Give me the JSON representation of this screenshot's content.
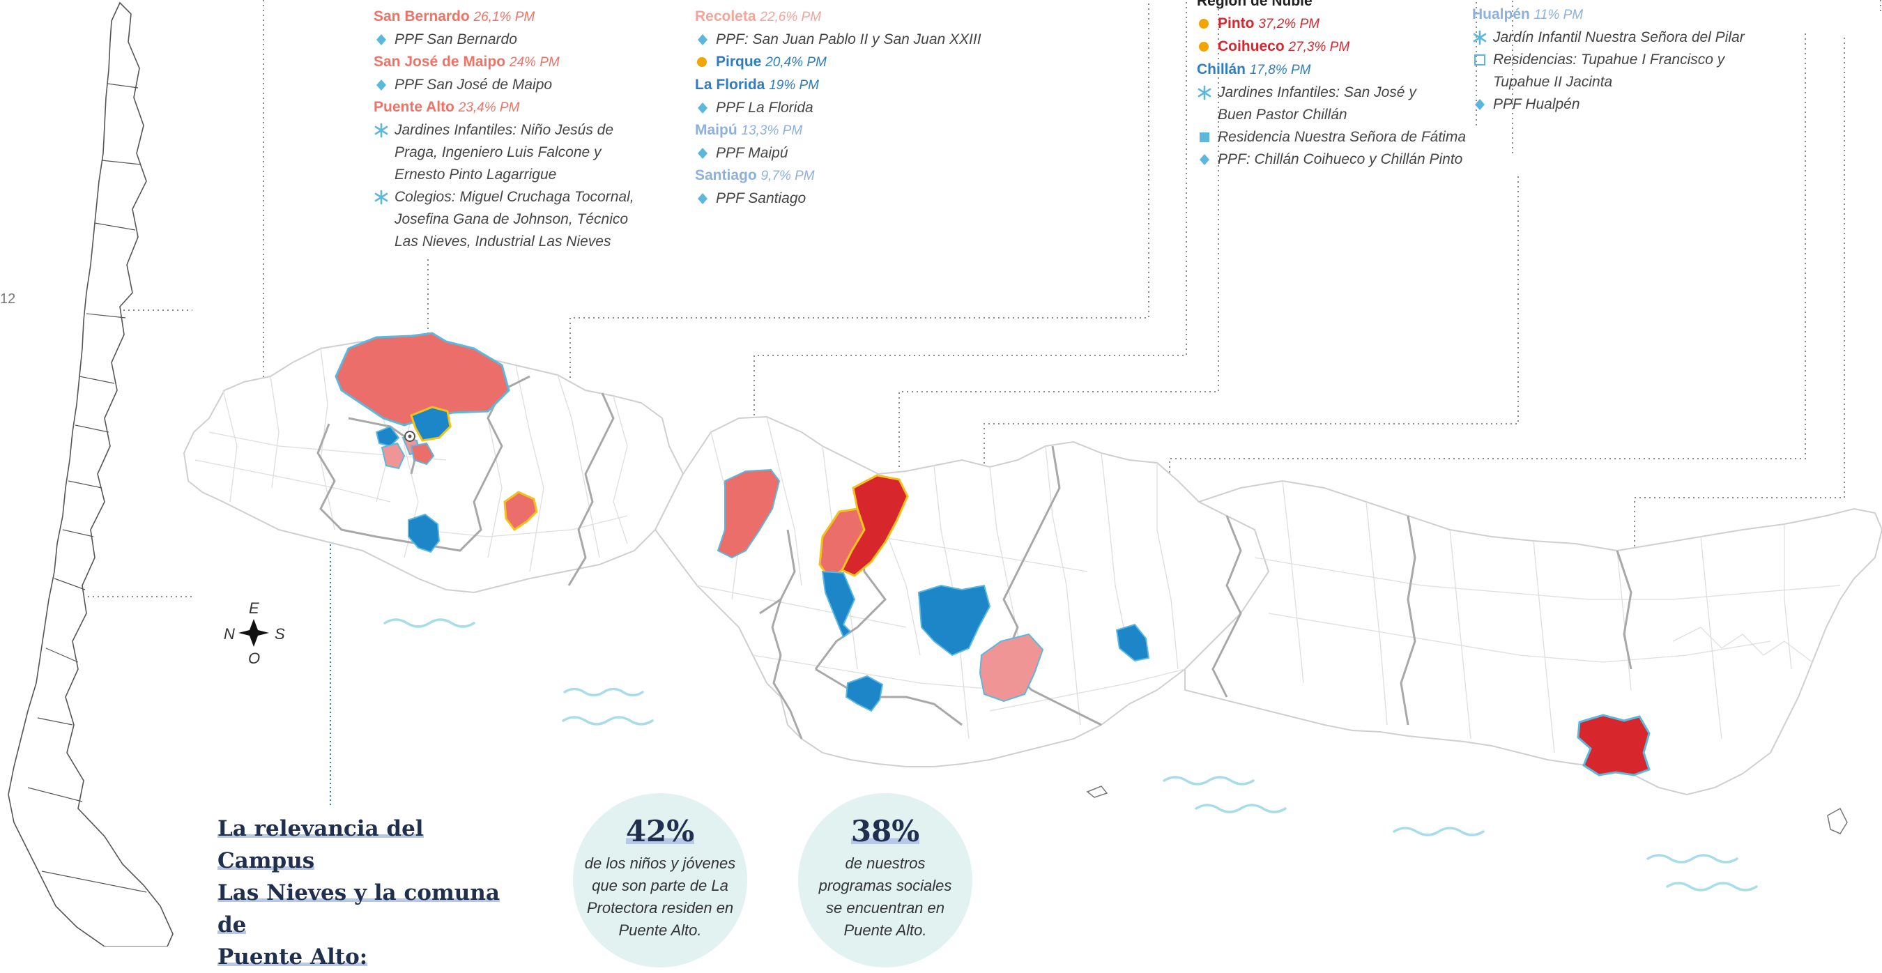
{
  "page_number": "12",
  "colors": {
    "salmon": "#ec6e6b",
    "red": "#d8262d",
    "pink_light": "#f09596",
    "blue": "#1c86c8",
    "light_blue": "#5bb8dc",
    "yellow": "#f2c21b",
    "orange_dot": "#f0a500",
    "blue_text": "#2f7dc0",
    "pale_blue_text": "#8eb0dc",
    "salmon_text": "#ee7366",
    "pale_salmon_text": "#f3a59b",
    "red_text": "#d8262d",
    "water": "#a9dce9",
    "border": "#cfcfcf",
    "region_border": "#a8a8a8"
  },
  "compass": {
    "north": "N",
    "south": "S",
    "east": "E",
    "west": "O"
  },
  "legend_col1": [
    {
      "type": "commune",
      "name": "San Bernardo",
      "pct": "26,1% PM",
      "color": "#ee7366"
    },
    {
      "type": "item",
      "icon": "diamond-icon",
      "text": "PPF San Bernardo"
    },
    {
      "type": "commune",
      "name": "San José de Maipo",
      "pct": "24% PM",
      "color": "#ee7366"
    },
    {
      "type": "item",
      "icon": "diamond-icon",
      "text": "PPF San José de Maipo"
    },
    {
      "type": "commune",
      "name": "Puente Alto",
      "pct": "23,4% PM",
      "color": "#ee7366"
    },
    {
      "type": "item",
      "icon": "asterisk-icon",
      "lines": [
        "Jardines Infantiles: Niño Jesús de",
        "Praga, Ingeniero Luis Falcone y",
        "Ernesto Pinto Lagarrigue"
      ]
    },
    {
      "type": "item",
      "icon": "asterisk-icon",
      "lines": [
        "Colegios: Miguel Cruchaga Tocornal,",
        "Josefina Gana de Johnson, Técnico",
        "Las Nieves, Industrial Las Nieves"
      ]
    }
  ],
  "legend_col2": [
    {
      "type": "commune",
      "name": "Recoleta",
      "pct": "22,6% PM",
      "color": "#f3a59b"
    },
    {
      "type": "item",
      "icon": "diamond-icon",
      "text": "PPF: San Juan Pablo II y San Juan XXIII"
    },
    {
      "type": "commune",
      "name": "Pirque",
      "pct": "20,4% PM",
      "color": "#2f7dc0",
      "icon": "dot-icon"
    },
    {
      "type": "commune",
      "name": "La Florida",
      "pct": "19% PM",
      "color": "#2f7dc0"
    },
    {
      "type": "item",
      "icon": "diamond-icon",
      "text": "PPF La Florida"
    },
    {
      "type": "commune",
      "name": "Maipú",
      "pct": "13,3% PM",
      "color": "#8eb0dc"
    },
    {
      "type": "item",
      "icon": "diamond-icon",
      "text": "PPF Maipú"
    },
    {
      "type": "commune",
      "name": "Santiago",
      "pct": "9,7% PM",
      "color": "#8eb0dc"
    },
    {
      "type": "item",
      "icon": "diamond-icon",
      "text": "PPF Santiago"
    }
  ],
  "legend_col3": [
    {
      "type": "region",
      "text": "Región de Ñuble"
    },
    {
      "type": "commune",
      "name": "Pinto",
      "pct": "37,2% PM",
      "color": "#d8262d",
      "icon": "dot-icon"
    },
    {
      "type": "commune",
      "name": "Coihueco",
      "pct": "27,3% PM",
      "color": "#d8262d",
      "icon": "dot-icon"
    },
    {
      "type": "commune",
      "name": "Chillán",
      "pct": "17,8% PM",
      "color": "#2f7dc0"
    },
    {
      "type": "item",
      "icon": "asterisk-icon",
      "lines": [
        "Jardines Infantiles: San José y",
        "Buen Pastor Chillán"
      ]
    },
    {
      "type": "item",
      "icon": "square-icon",
      "text": "Residencia Nuestra Señora de Fátima"
    },
    {
      "type": "item",
      "icon": "diamond-icon",
      "text": "PPF: Chillán Coihueco y Chillán Pinto"
    }
  ],
  "legend_col4": [
    {
      "type": "commune",
      "name": "Hualpén",
      "pct": "11% PM",
      "color": "#8eb0dc"
    },
    {
      "type": "item",
      "icon": "asterisk-icon",
      "text": "Jardín Infantil Nuestra Señora del Pilar"
    },
    {
      "type": "item",
      "icon": "square-outline-icon",
      "lines": [
        "Residencias: Tupahue I Francisco y",
        "Tupahue II Jacinta"
      ]
    },
    {
      "type": "item",
      "icon": "diamond-icon",
      "text": "PPF Hualpén"
    }
  ],
  "title": {
    "line1": "La relevancia del Campus",
    "line2": "Las Nieves y la comuna de",
    "line3": "Puente Alto:"
  },
  "stat1": {
    "value": "42%",
    "lines": [
      "de los niños y jóvenes",
      "que son parte de La",
      "Protectora residen en",
      "Puente Alto."
    ]
  },
  "stat2": {
    "value": "38%",
    "lines": [
      "de nuestros",
      "programas sociales",
      "se encuentran en",
      "Puente Alto."
    ]
  }
}
